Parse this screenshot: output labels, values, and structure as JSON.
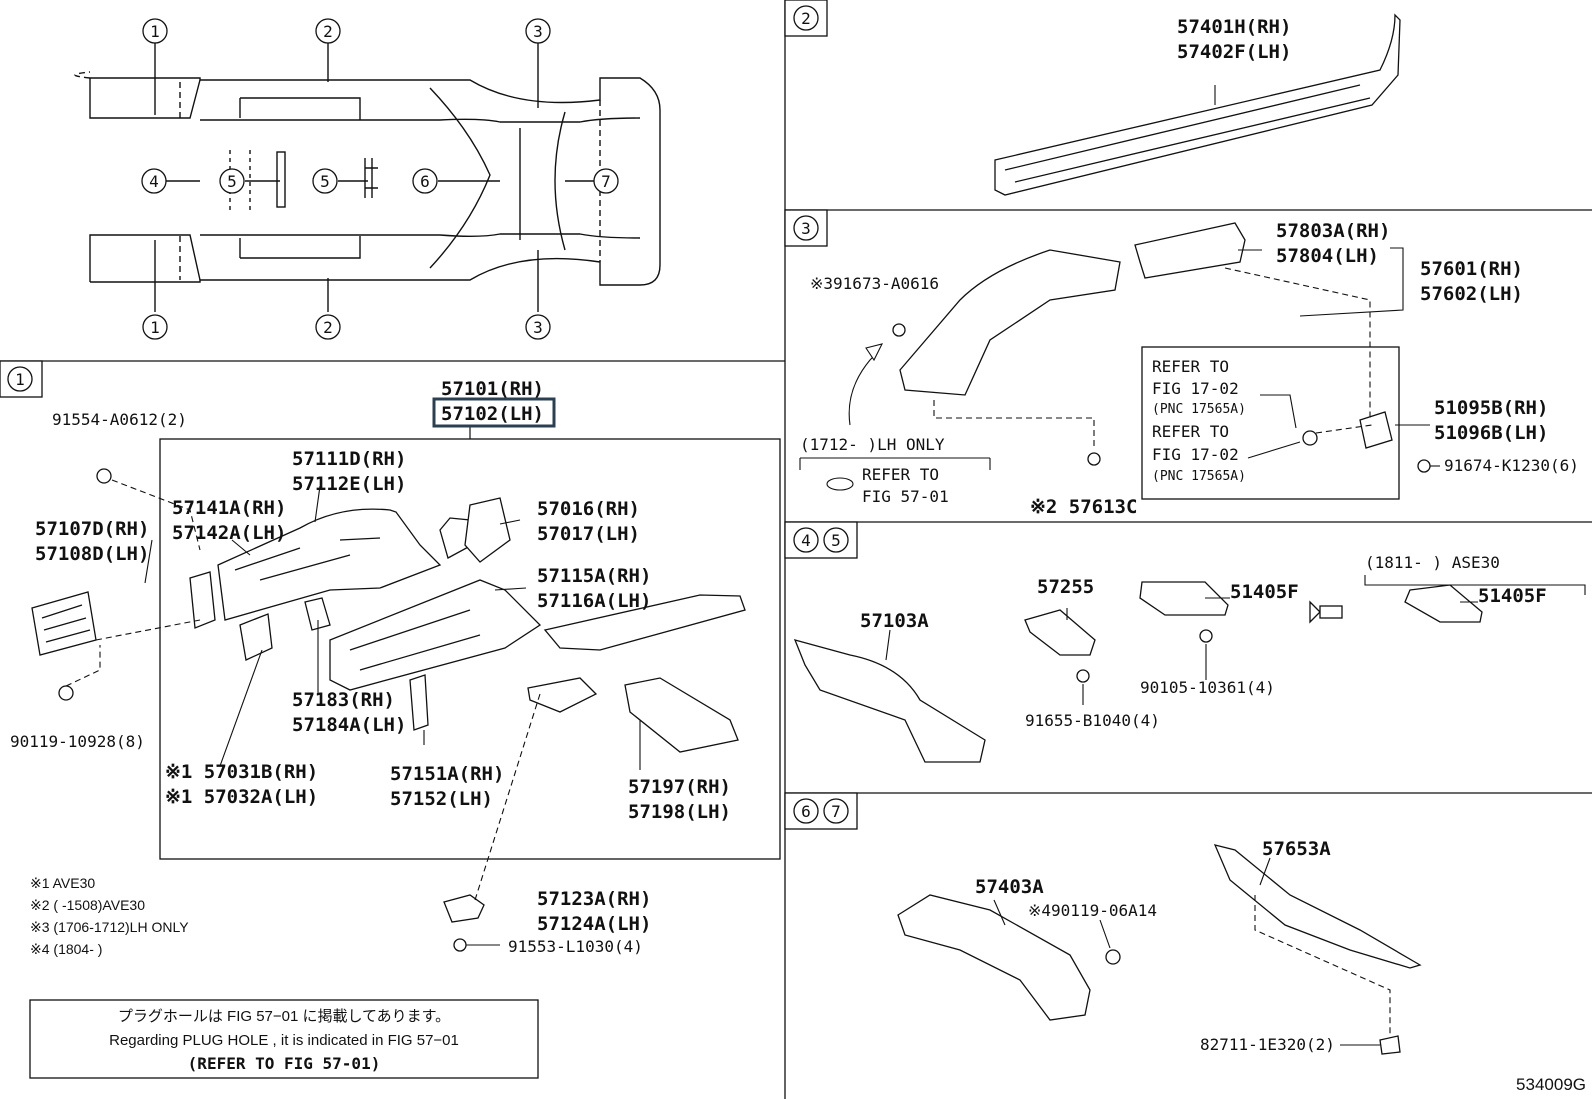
{
  "overview": {
    "callouts_top": [
      "1",
      "2",
      "3"
    ],
    "callouts_mid": [
      "4",
      "5",
      "5",
      "6",
      "7"
    ],
    "callouts_bottom": [
      "1",
      "2",
      "3"
    ]
  },
  "section1": {
    "tag": "1",
    "parts": {
      "p57101": "57101(RH)",
      "p57102": "57102(LH)",
      "p91554": "91554-A0612(2)",
      "p57111": "57111D(RH)",
      "p57112": "57112E(LH)",
      "p57141": "57141A(RH)",
      "p57142": "57142A(LH)",
      "p57016": "57016(RH)",
      "p57017": "57017(LH)",
      "p57107": "57107D(RH)",
      "p57108": "57108D(LH)",
      "p57115": "57115A(RH)",
      "p57116": "57116A(LH)",
      "p57183": "57183(RH)",
      "p57184": "57184A(LH)",
      "p90119": "90119-10928(8)",
      "p57031": "※1 57031B(RH)",
      "p57032": "※1 57032A(LH)",
      "p57151": "57151A(RH)",
      "p57152": "57152(LH)",
      "p57197": "57197(RH)",
      "p57198": "57198(LH)",
      "p57123": "57123A(RH)",
      "p57124": "57124A(LH)",
      "p91553": "91553-L1030(4)"
    },
    "notes": [
      "※1 AVE30",
      "※2 (      -1508)AVE30",
      "※3 (1706-1712)LH ONLY",
      "※4 (1804-      )"
    ],
    "plug_note": {
      "jp": "プラグホールは FIG 57−01 に掲載してあります。",
      "en": "Regarding  PLUG  HOLE , it is indicated in  FIG  57−01",
      "ref": "(REFER TO FIG 57-01)"
    }
  },
  "section2": {
    "tag": "2",
    "parts": {
      "p57401": "57401H(RH)",
      "p57402": "57402F(LH)"
    }
  },
  "section3": {
    "tag": "3",
    "parts": {
      "p57803": "57803A(RH)",
      "p57804": "57804(LH)",
      "p57601": "57601(RH)",
      "p57602": "57602(LH)",
      "p391673": "※391673-A0616",
      "p51095": "51095B(RH)",
      "p51096": "51096B(LH)",
      "p91674": "91674-K1230(6)",
      "p57613": "※2 57613C"
    },
    "lh_only": "(1712-       )LH ONLY",
    "refer_a": [
      "REFER TO",
      "FIG 57-01"
    ],
    "refer_b1": [
      "REFER TO",
      "FIG 17-02",
      "(PNC 17565A)"
    ],
    "refer_b2": [
      "REFER TO",
      "FIG 17-02",
      "(PNC 17565A)"
    ]
  },
  "section45": {
    "tags": [
      "4",
      "5"
    ],
    "range": "(1811-       ) ASE30",
    "parts": {
      "p57103": "57103A",
      "p57255": "57255",
      "p51405a": "51405F",
      "p51405b": "51405F",
      "p90105": "90105-10361(4)",
      "p91655": "91655-B1040(4)"
    }
  },
  "section67": {
    "tags": [
      "6",
      "7"
    ],
    "parts": {
      "p57653": "57653A",
      "p57403": "57403A",
      "p490119": "※490119-06A14",
      "p82711": "82711-1E320(2)"
    }
  },
  "footer": {
    "code": "534009G"
  }
}
